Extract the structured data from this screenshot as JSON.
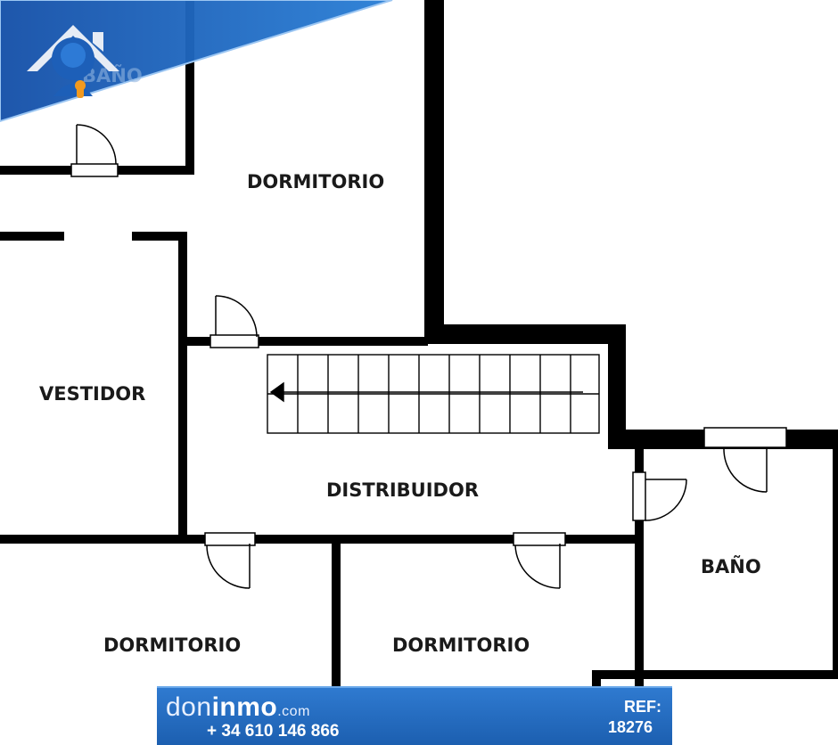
{
  "rooms": {
    "dormitorio_top": "DORMITORIO",
    "bano_top": "BAÑO",
    "vestidor": "VESTIDOR",
    "distribuidor": "DISTRIBUIDOR",
    "bano_right": "BAÑO",
    "dormitorio_bottom_left": "DORMITORIO",
    "dormitorio_bottom_mid": "DORMITORIO"
  },
  "banner": {
    "brand_don": "don",
    "brand_inmo": "inmo",
    "brand_com": ".com",
    "phone": "+ 34 610 146 866",
    "ref_label": "REF:",
    "ref_value": "18276"
  },
  "colors": {
    "wall": "#000000",
    "banner": "#1f64b5",
    "logo_blue": "#1d5fb8",
    "logo_orange": "#f39a1e"
  }
}
